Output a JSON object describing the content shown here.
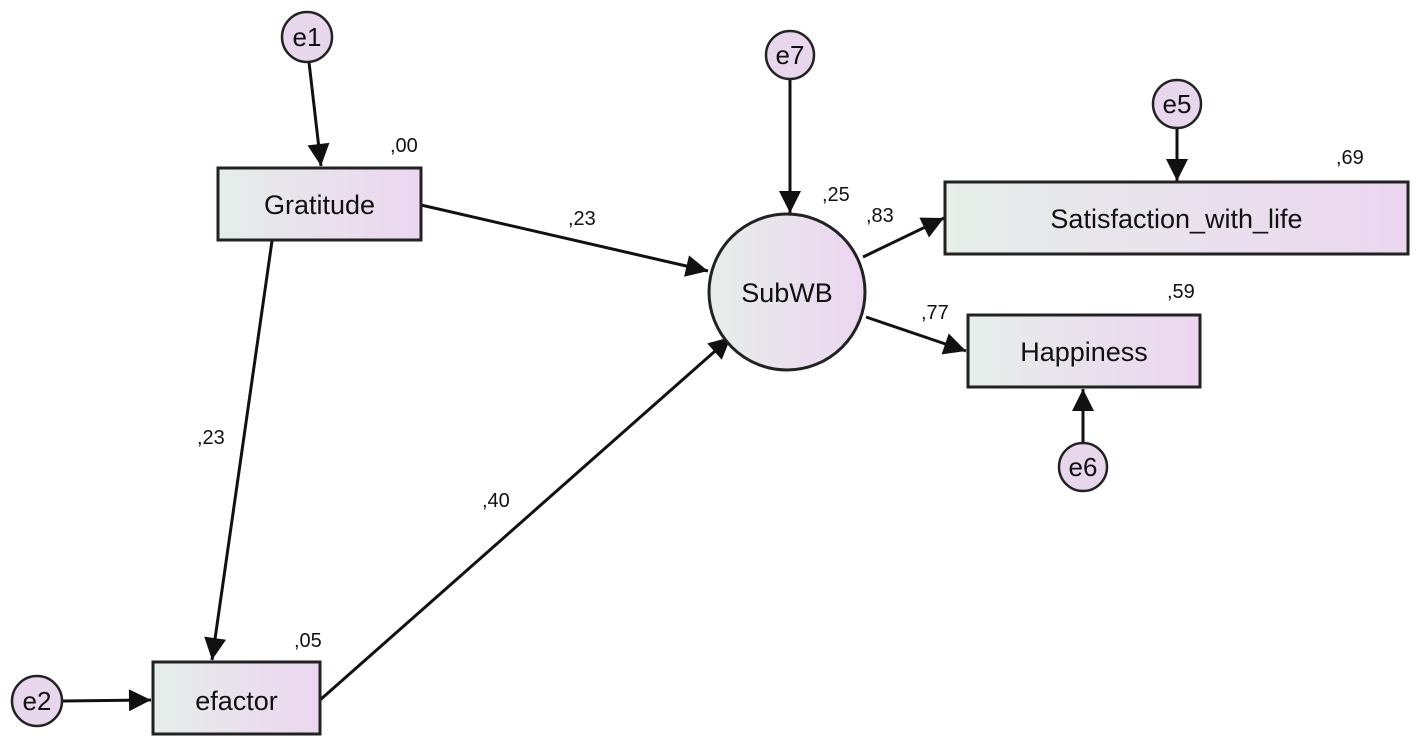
{
  "colors": {
    "node_fill_start": "#e6eee9",
    "node_fill_end": "#ecd6f0",
    "error_fill": "#e8d6ec",
    "stroke": "#222222"
  },
  "nodes": {
    "gratitude": "Gratitude",
    "efactor": "efactor",
    "subwb": "SubWB",
    "satisfaction": "Satisfaction_with_life",
    "happiness": "Happiness"
  },
  "errors": {
    "e1": "e1",
    "e2": "e2",
    "e5": "e5",
    "e6": "e6",
    "e7": "e7"
  },
  "r_squared": {
    "gratitude": ",00",
    "efactor": ",05",
    "subwb": ",25",
    "satisfaction": ",69",
    "happiness": ",59"
  },
  "path_coefficients": {
    "gratitude_to_subwb": ",23",
    "gratitude_to_efactor": ",23",
    "efactor_to_subwb": ",40",
    "subwb_to_satisfaction": ",83",
    "subwb_to_happiness": ",77"
  }
}
